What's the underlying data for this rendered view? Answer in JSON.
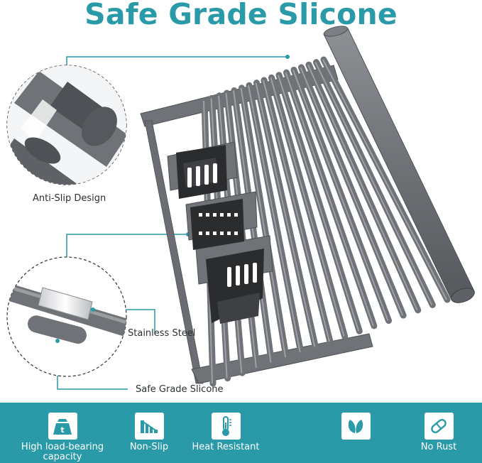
{
  "title": "Safe Grade Slicone",
  "callouts": {
    "anti_slip": "Anti-Slip Design",
    "stainless": "Stainless Steel",
    "silicone": "Safe Grade Slicone"
  },
  "features": [
    {
      "label": "High load-bearing capacity",
      "icon": "weight-icon"
    },
    {
      "label": "Non-Slip",
      "icon": "non-slip-icon"
    },
    {
      "label": "Heat Resistant",
      "icon": "thermometer-icon"
    },
    {
      "label": "",
      "icon": "leaf-icon"
    },
    {
      "label": "No Rust",
      "icon": "pill-icon"
    }
  ],
  "colors": {
    "accent": "#2a9aa8",
    "rack": "#6b6e72",
    "basket": "#2b2c2e"
  }
}
